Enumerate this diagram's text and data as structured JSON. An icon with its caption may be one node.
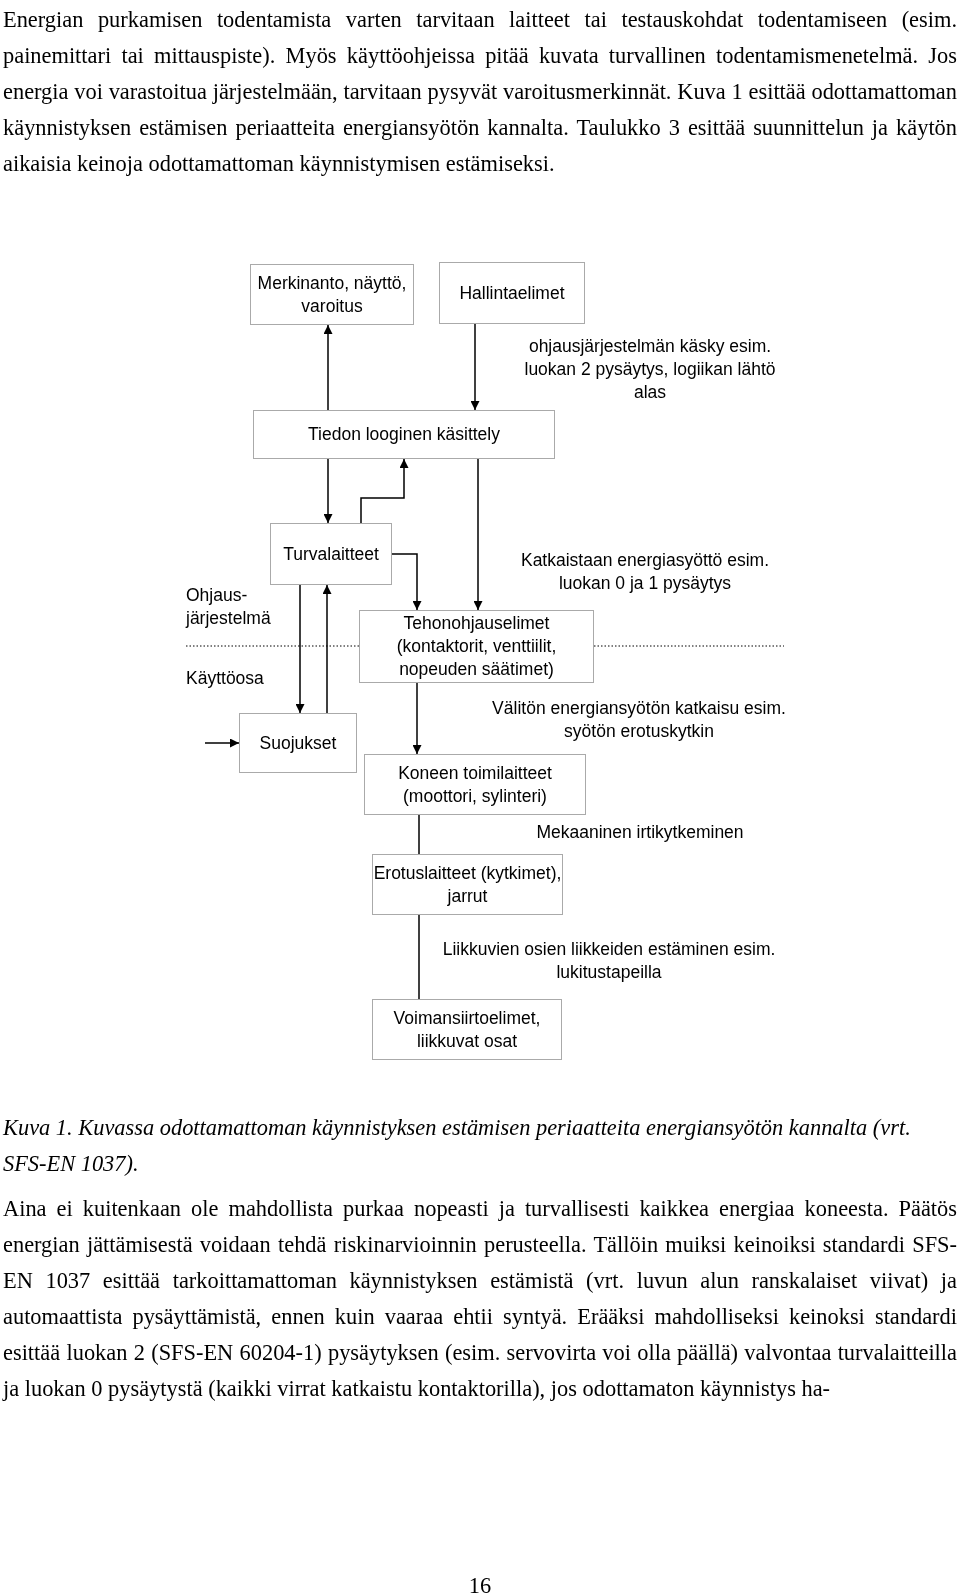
{
  "diagram": {
    "caption": "Kuva 1. Kuvassa odottamattoman käynnistyksen estämisen periaatteita energiansyötön kannalta (vrt. SFS-EN 1037).",
    "nodes": [
      {
        "text": [
          "Merkinanto, näyttö, varoitus"
        ]
      },
      {
        "text": [
          "Hallintaelimet"
        ]
      },
      {
        "text": [
          "Tiedon looginen käsittely"
        ]
      },
      {
        "text": [
          "Turvalaitteet"
        ]
      },
      {
        "text": [
          "Tehonohjauselimet (kontaktorit, venttiilit, nopeuden säätimet)"
        ]
      },
      {
        "text": [
          "Suojukset"
        ]
      },
      {
        "text": [
          "Koneen toimilaitteet (moottori, sylinteri)"
        ]
      },
      {
        "text": [
          "Erotuslaitteet (kytkimet), jarrut"
        ]
      },
      {
        "text": [
          "Voimansiirtoelimet, liikkuvat osat"
        ]
      }
    ],
    "edges": [
      {
        "from": 2,
        "to": 0,
        "arrow": "to"
      },
      {
        "from": 1,
        "to": 2,
        "arrow": "to"
      },
      {
        "from": 2,
        "to": 3,
        "arrow": "to"
      },
      {
        "from": 3,
        "to": 2,
        "arrow": "to"
      },
      {
        "from": 2,
        "to": 4,
        "arrow": "to"
      },
      {
        "from": 3,
        "to": 4,
        "arrow": "to"
      },
      {
        "from": 3,
        "to": 5,
        "arrow": "to"
      },
      {
        "from": 5,
        "to": 3,
        "arrow": "to"
      },
      {
        "from": null,
        "to": 5,
        "arrow": "to"
      },
      {
        "from": 4,
        "to": 6,
        "arrow": "to"
      },
      {
        "from": 6,
        "to": 7,
        "arrow": "none"
      },
      {
        "from": 7,
        "to": 8,
        "arrow": "none"
      }
    ],
    "labels": [
      "Energian purkamisen todentamista varten tarvitaan laitteet tai testauskohdat todentamiseen (esim. painemittari tai mittauspiste). Myös käyttöohjeissa pitää kuvata turvallinen todentamismenetelmä. Jos energia voi varastoitua järjestelmään, tarvitaan pysyvät varoitusmerkinnät. Kuva 1 esittää odottamattoman käynnistyksen estämisen periaatteita energiansyötön kannalta. Taulukko 3 esittää suunnittelun ja käytön aikaisia keinoja odottamattoman käynnistymisen estämiseksi.",
      "ohjausjärjestelmän käsky esim. luokan 2 pysäytys, logiikan lähtö alas",
      "Katkaistaan energiasyöttö esim. luokan 0 ja 1 pysäytys",
      "Ohjaus- järjestelmä",
      "Käyttöosa",
      "Välitön energiansyötön katkaisu esim. syötön erotuskytkin",
      "Mekaaninen irtikytkeminen",
      "Liikkuvien osien liikkeiden estäminen esim. lukitustapeilla",
      "Aina ei kuitenkaan ole mahdollista purkaa nopeasti ja turvallisesti kaikkea energiaa koneesta. Päätös energian jättämisestä voidaan tehdä riskinarvioinnin perusteella. Tällöin muiksi keinoiksi standardi SFS-EN 1037 esittää tarkoittamattoman käynnistyksen estämistä (vrt. luvun alun ranskalaiset viivat) ja automaattista pysäyttämistä, ennen kuin vaaraa ehtii syntyä. Erääksi mahdolliseksi keinoksi standardi esittää luokan 2 (SFS-EN 60204-1) pysäytyksen (esim. servovirta voi olla päällä) valvontaa turvalaitteilla ja luokan 0 pysäytystä (kaikki virrat katkaistu kontaktorilla), jos odottamaton käynnistys ha-",
      "16"
    ]
  }
}
